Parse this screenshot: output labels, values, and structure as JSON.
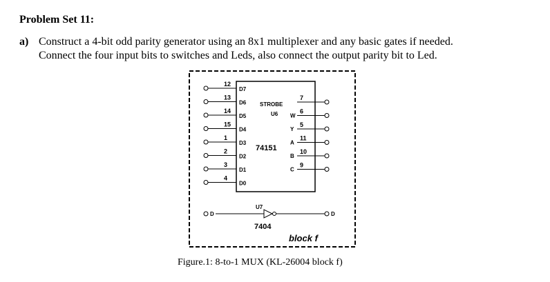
{
  "document": {
    "heading": "Problem Set 11:",
    "item_label": "a)",
    "item_line1": "Construct a 4-bit odd parity generator using an 8x1 multiplexer and any basic gates if needed.",
    "item_line2": "Connect the four input bits to switches and Leds, also connect the output parity bit to Led."
  },
  "figure": {
    "caption": "Figure.1: 8-to-1 MUX (KL-26004 block f)",
    "chip_name": "74151",
    "chip_ref": "U6",
    "gate_name": "7404",
    "gate_ref": "U7",
    "block_label": "block f",
    "strobe_label": "STROBE",
    "inputs": [
      {
        "pin": "12",
        "name": "D7"
      },
      {
        "pin": "13",
        "name": "D6"
      },
      {
        "pin": "14",
        "name": "D5"
      },
      {
        "pin": "15",
        "name": "D4"
      },
      {
        "pin": "1",
        "name": "D3"
      },
      {
        "pin": "2",
        "name": "D2"
      },
      {
        "pin": "3",
        "name": "D1"
      },
      {
        "pin": "4",
        "name": "D0"
      }
    ],
    "outputs": [
      {
        "pin": "7",
        "name": ""
      },
      {
        "pin": "6",
        "name": "W"
      },
      {
        "pin": "5",
        "name": "Y"
      },
      {
        "pin": "11",
        "name": "A"
      },
      {
        "pin": "10",
        "name": "B"
      },
      {
        "pin": "9",
        "name": "C"
      }
    ],
    "side_labels": {
      "inputs": "IOOOOOOO",
      "outputs": "STROBE"
    },
    "gate_in_label": "D",
    "gate_out_label": "D"
  }
}
